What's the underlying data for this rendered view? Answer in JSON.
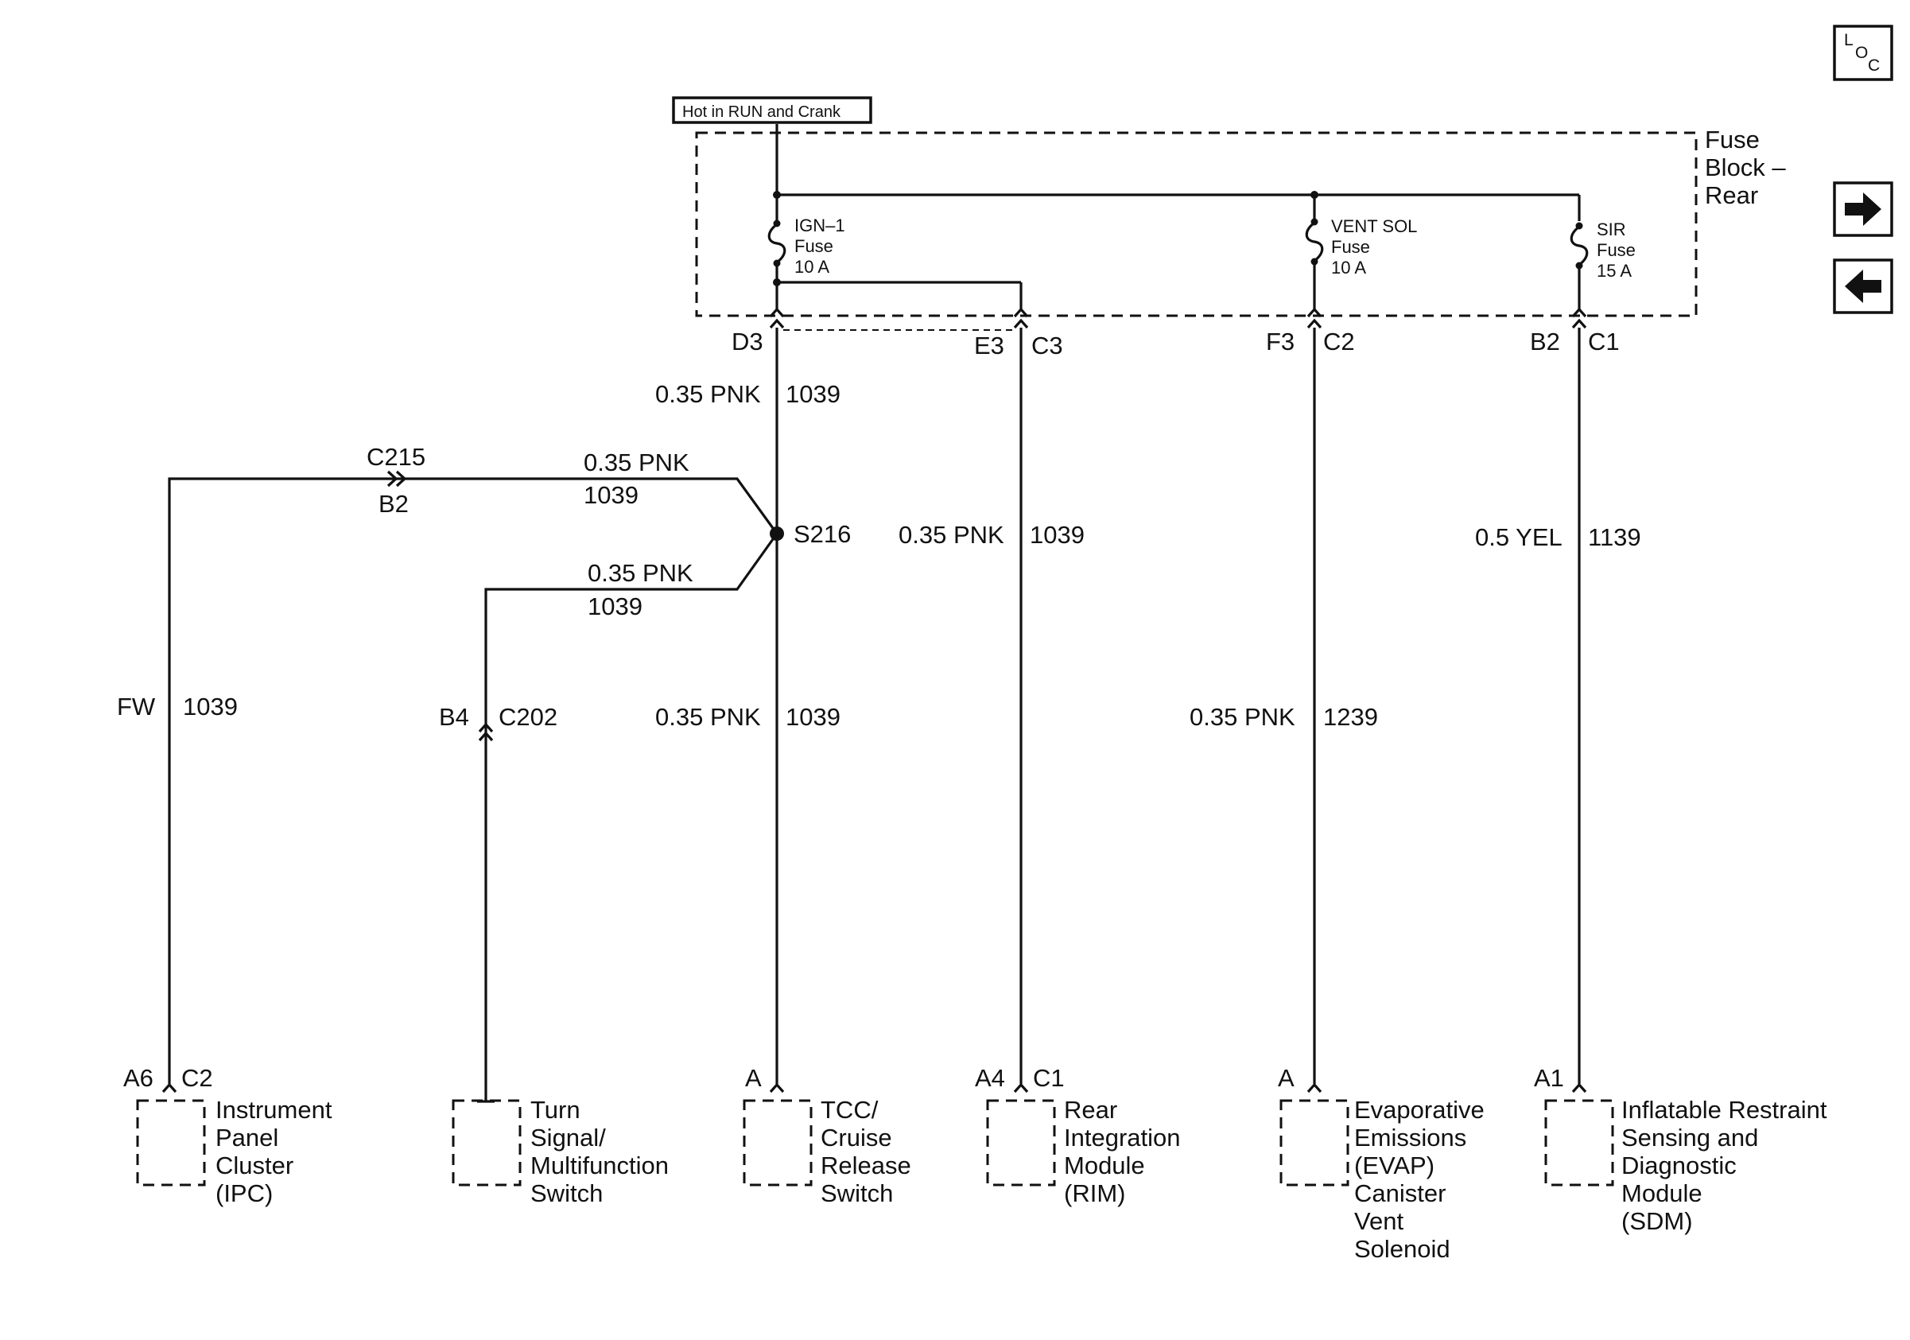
{
  "power_label": "Hot in RUN and Crank",
  "fuse_block_label": [
    "Fuse",
    "Block –",
    "Rear"
  ],
  "loc_button": {
    "letters": [
      "L",
      "O",
      "C"
    ]
  },
  "nav_buttons": {
    "next": "arrow-right-icon",
    "prev": "arrow-left-icon"
  },
  "fuses": [
    {
      "lines": [
        "IGN–1",
        "Fuse",
        "10 A"
      ]
    },
    {
      "lines": [
        "VENT SOL",
        "Fuse",
        "10 A"
      ]
    },
    {
      "lines": [
        "SIR",
        "Fuse",
        "15 A"
      ]
    }
  ],
  "fuse_block_pins": {
    "d3": "D3",
    "e3": "E3",
    "c3": "C3",
    "f3": "F3",
    "c2": "C2",
    "b2": "B2",
    "c1": "C1"
  },
  "wires": {
    "main_upper": {
      "gauge": "0.35 PNK",
      "circuit": "1039"
    },
    "main_lower": {
      "gauge": "0.35 PNK",
      "circuit": "1039"
    },
    "ipc_branch": {
      "gauge": "0.35 PNK",
      "circuit": "1039"
    },
    "turn_branch": {
      "gauge": "0.35 PNK",
      "circuit": "1039"
    },
    "ipc_vertical": {
      "gauge": "FW",
      "circuit": "1039"
    },
    "rim": {
      "gauge": "0.35 PNK",
      "circuit": "1039"
    },
    "evap": {
      "gauge": "0.35 PNK",
      "circuit": "1239"
    },
    "sdm": {
      "gauge": "0.5 YEL",
      "circuit": "1139"
    }
  },
  "splice": "S216",
  "inline_connectors": {
    "c215": {
      "name": "C215",
      "pin": "B2"
    },
    "c202": {
      "name": "C202",
      "pin": "B4"
    }
  },
  "components": [
    {
      "pin": "A6",
      "connector": "C2",
      "lines": [
        "Instrument",
        "Panel",
        "Cluster",
        "(IPC)"
      ]
    },
    {
      "pin": "",
      "connector": "",
      "lines": [
        "Turn",
        "Signal/",
        "Multifunction",
        "Switch"
      ]
    },
    {
      "pin": "A",
      "connector": "",
      "lines": [
        "TCC/",
        "Cruise",
        "Release",
        "Switch"
      ]
    },
    {
      "pin": "A4",
      "connector": "C1",
      "lines": [
        "Rear",
        "Integration",
        "Module",
        "(RIM)"
      ]
    },
    {
      "pin": "A",
      "connector": "",
      "lines": [
        "Evaporative",
        "Emissions",
        "(EVAP)",
        "Canister",
        "Vent",
        "Solenoid"
      ]
    },
    {
      "pin": "A1",
      "connector": "",
      "lines": [
        "Inflatable Restraint",
        "Sensing and",
        "Diagnostic",
        "Module",
        "(SDM)"
      ]
    }
  ]
}
